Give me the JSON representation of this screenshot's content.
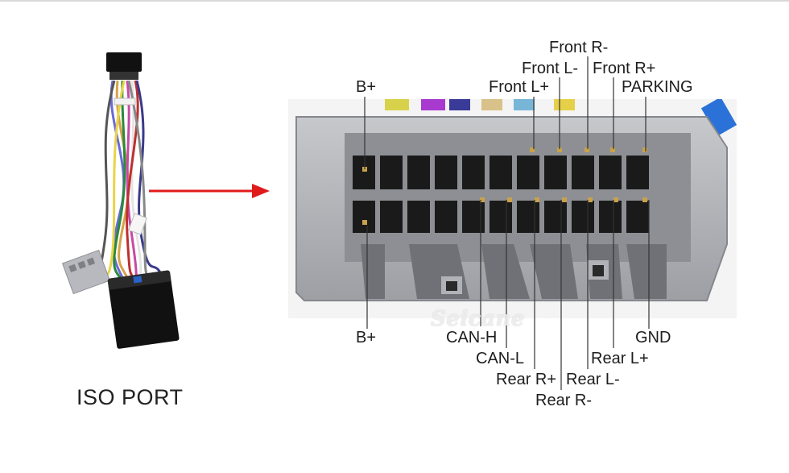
{
  "left_panel": {
    "caption": "ISO PORT"
  },
  "connector": {
    "watermark": "Seicane",
    "labels_top": {
      "b_plus": "B+",
      "front_l_plus": "Front L+",
      "front_l_minus": "Front L-",
      "front_r_minus": "Front R-",
      "front_r_plus": "Front R+",
      "parking": "PARKING"
    },
    "labels_bottom": {
      "b_plus": "B+",
      "can_h": "CAN-H",
      "can_l": "CAN-L",
      "rear_r_plus": "Rear R+",
      "rear_r_minus": "Rear R-",
      "rear_l_minus": "Rear L-",
      "rear_l_plus": "Rear L+",
      "gnd": "GND"
    }
  },
  "colors": {
    "arrow": "#e01b1b",
    "connector_body": "#a9abb0",
    "leader_line": "#333333"
  }
}
